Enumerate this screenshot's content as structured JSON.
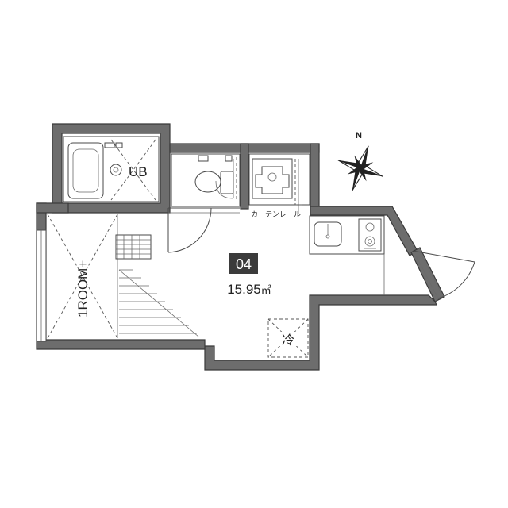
{
  "unit": {
    "number": "04",
    "area": "15.95",
    "area_unit": "㎡"
  },
  "rooms": {
    "bath": "UB",
    "loft": "1ROOM+",
    "fridge": "冷"
  },
  "annotations": {
    "curtain_rail": "カーテンレール"
  },
  "compass": {
    "north": "N"
  },
  "colors": {
    "wall": "#6d6d6d",
    "badge": "#3b3b3b"
  }
}
